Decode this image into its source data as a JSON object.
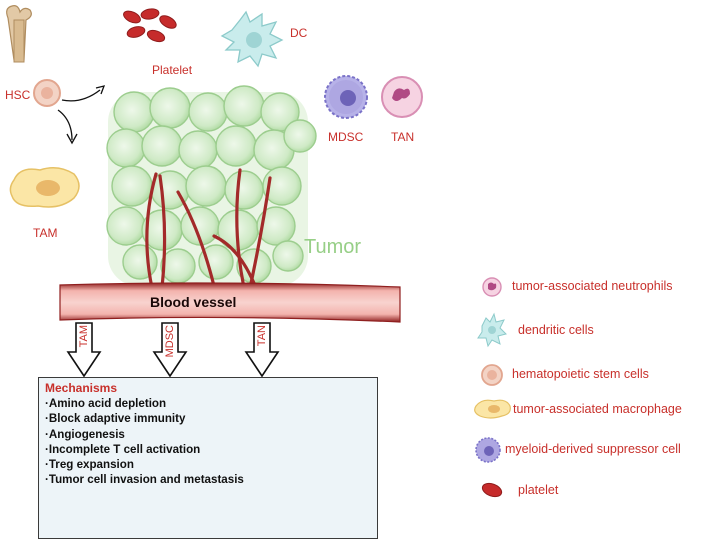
{
  "labels": {
    "platelet": "Platelet",
    "dc": "DC",
    "hsc": "HSC",
    "tam": "TAM",
    "mdsc": "MDSC",
    "tan": "TAN",
    "tumor": "Tumor",
    "blood_vessel": "Blood vessel"
  },
  "arrows": [
    "TAM",
    "MDSC",
    "TAN"
  ],
  "mechanisms": {
    "title": "Mechanisms",
    "items": [
      "·Amino acid depletion",
      "·Block adaptive immunity",
      "·Angiogenesis",
      "·Incomplete T cell activation",
      "·Treg expansion",
      "·Tumor cell invasion and metastasis"
    ]
  },
  "legend": [
    {
      "icon": "tan-cell-icon",
      "label": "tumor-associated neutrophils"
    },
    {
      "icon": "dendritic-cell-icon",
      "label": "dendritic cells"
    },
    {
      "icon": "hsc-cell-icon",
      "label": "hematopoietic stem cells"
    },
    {
      "icon": "macrophage-cell-icon",
      "label": "tumor-associated macrophage"
    },
    {
      "icon": "mdsc-cell-icon",
      "label": "myeloid-derived suppressor cell"
    },
    {
      "icon": "platelet-icon",
      "label": "platelet"
    }
  ],
  "colors": {
    "label_red": "#c8302b",
    "tumor_green": "#97cf87",
    "vessel_red": "#a32a2a",
    "box_bg": "#edf4f8"
  }
}
